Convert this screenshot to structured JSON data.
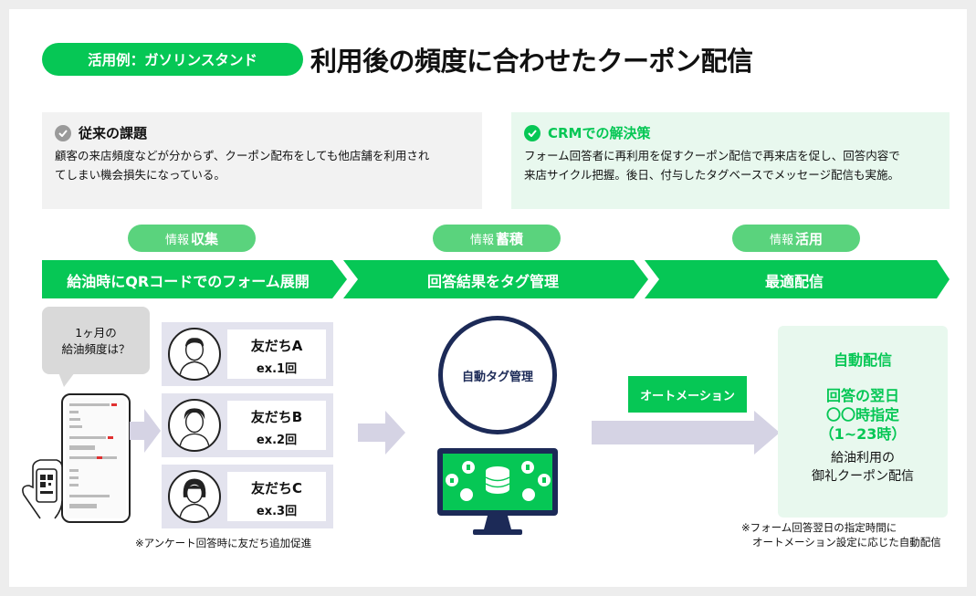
{
  "header": {
    "pill": "活用例：ガソリンスタンド",
    "title": "利用後の頻度に合わせたクーポン配信"
  },
  "problem": {
    "title": "従来の課題",
    "lines": [
      "顧客の来店頻度などが分からず、クーポン配布をしても他店舗を利用され",
      "てしまい機会損失になっている。"
    ]
  },
  "solution": {
    "title": "CRMでの解決策",
    "lines": [
      "フォーム回答者に再利用を促すクーポン配信で再来店を促し、回答内容で",
      "来店サイクル把握。後日、付与したタグベースでメッセージ配信も実施。"
    ]
  },
  "tags": [
    {
      "prefix": "情報",
      "strong": "収集"
    },
    {
      "prefix": "情報",
      "strong": "蓄積"
    },
    {
      "prefix": "情報",
      "strong": "活用"
    }
  ],
  "steps": [
    "給油時にQRコードでのフォーム展開",
    "回答結果をタグ管理",
    "最適配信"
  ],
  "bubble": [
    "1ヶ月の",
    "給油頻度は？"
  ],
  "friends": [
    {
      "name": "友だちA",
      "ex": "ex.1回"
    },
    {
      "name": "友だちB",
      "ex": "ex.2回"
    },
    {
      "name": "友だちC",
      "ex": "ex.3回"
    }
  ],
  "friends_note": "※アンケート回答時に友だち追加促進",
  "tag_circle": "自動タグ管理",
  "automation": "オートメーション",
  "result": {
    "title": "自動配信",
    "timing": [
      "回答の翌日",
      "〇〇時指定",
      "（1~23時）"
    ],
    "desc": [
      "給油利用の",
      "御礼クーポン配信"
    ]
  },
  "result_note": [
    "※フォーム回答翌日の指定時間に",
    "オートメーション設定に応じた自動配信"
  ],
  "colors": {
    "green": "#06c755",
    "light_green": "#5ad37d",
    "navy": "#1c2a57",
    "gray_box": "#f2f2f2",
    "green_box": "#e8f8ee"
  }
}
